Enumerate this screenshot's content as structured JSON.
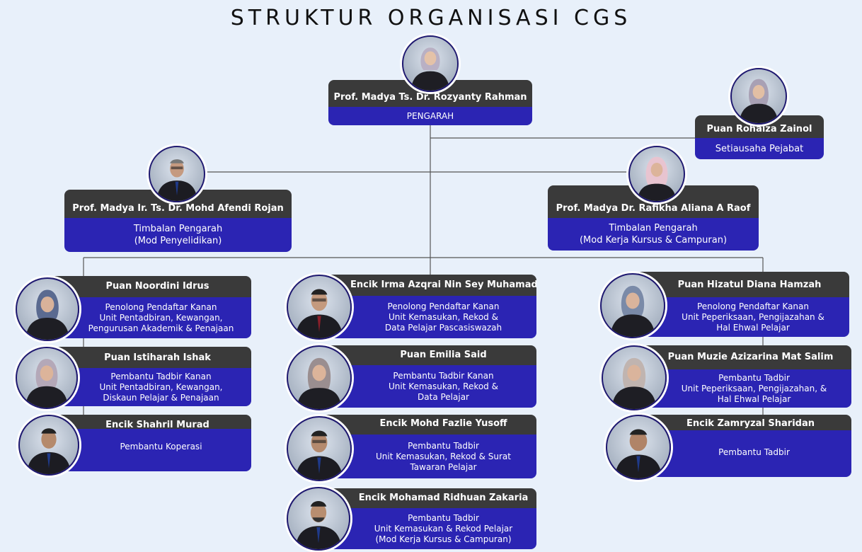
{
  "title": "STRUKTUR ORGANISASI CGS",
  "people": {
    "director": {
      "name": "Prof. Madya Ts. Dr. Rozyanty Rahman",
      "role": [
        "PENGARAH"
      ]
    },
    "secretary": {
      "name": "Puan Rohaiza Zainol",
      "role": [
        "Setiausaha Pejabat"
      ]
    },
    "deputy_left": {
      "name": "Prof. Madya Ir. Ts. Dr. Mohd Afendi Rojan",
      "role": [
        "Timbalan Pengarah",
        "(Mod Penyelidikan)"
      ]
    },
    "deputy_right": {
      "name": "Prof. Madya Dr. Rafikha Aliana A Raof",
      "role": [
        "Timbalan Pengarah",
        "(Mod Kerja Kursus & Campuran)"
      ]
    },
    "l1": {
      "name": "Puan Noordini Idrus",
      "role": [
        "Penolong Pendaftar Kanan",
        "Unit Pentadbiran, Kewangan,",
        "Pengurusan Akademik & Penajaan"
      ]
    },
    "l2": {
      "name": "Puan Istiharah Ishak",
      "role": [
        "Pembantu Tadbir Kanan",
        "Unit Pentadbiran, Kewangan,",
        "Diskaun Pelajar & Penajaan"
      ]
    },
    "l3": {
      "name": "Encik Shahril Murad",
      "role": [
        "Pembantu Koperasi"
      ]
    },
    "m1": {
      "name": "Encik Irma Azqrai Nin Sey Muhamad",
      "role": [
        "Penolong Pendaftar Kanan",
        "Unit Kemasukan, Rekod &",
        "Data Pelajar Pascasiswazah"
      ]
    },
    "m2": {
      "name": "Puan Emilia Said",
      "role": [
        "Pembantu Tadbir Kanan",
        "Unit Kemasukan, Rekod &",
        "Data Pelajar"
      ]
    },
    "m3": {
      "name": "Encik Mohd Fazlie Yusoff",
      "role": [
        "Pembantu Tadbir",
        "Unit Kemasukan, Rekod & Surat",
        "Tawaran Pelajar"
      ]
    },
    "m4": {
      "name": "Encik Mohamad Ridhuan Zakaria",
      "role": [
        "Pembantu Tadbir",
        "Unit Kemasukan & Rekod Pelajar",
        "(Mod Kerja Kursus & Campuran)"
      ]
    },
    "r1": {
      "name": "Puan Hizatul Diana Hamzah",
      "role": [
        "Penolong Pendaftar Kanan",
        "Unit Peperiksaan, Pengijazahan &",
        "Hal Ehwal Pelajar"
      ]
    },
    "r2": {
      "name": "Puan Muzie Azizarina Mat Salim",
      "role": [
        "Pembantu Tadbir",
        "Unit Peperiksaan, Pengijazahan, &",
        "Hal Ehwal Pelajar"
      ]
    },
    "r3": {
      "name": "Encik Zamryzal Sharidan",
      "role": [
        "Pembantu Tadbir"
      ]
    }
  },
  "colors": {
    "name_bar": "#3a3a3a",
    "role_box": "#2b24b3",
    "background": "#e8f0fa",
    "line": "#555555"
  }
}
